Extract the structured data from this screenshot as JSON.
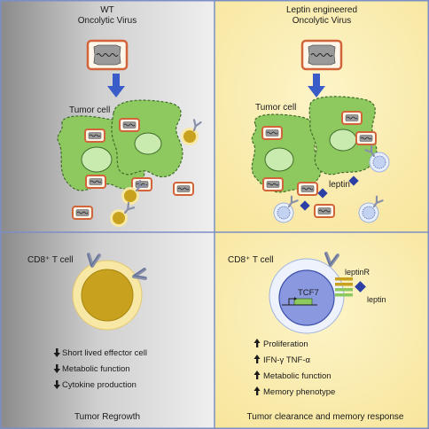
{
  "panels": {
    "wt_virus": {
      "title_line1": "WT",
      "title_line2": "Oncolytic Virus",
      "tumor_label": "Tumor cell"
    },
    "leptin_virus": {
      "title_line1": "Leptin engineered",
      "title_line2": "Oncolytic Virus",
      "tumor_label": "Tumor cell",
      "leptin_label": "leptin"
    },
    "wt_tcell": {
      "cell_label": "CD8⁺ T cell",
      "effects": [
        "Short lived effector cell",
        "Metabolic function",
        "Cytokine production"
      ],
      "outcome": "Tumor Regrowth"
    },
    "leptin_tcell": {
      "cell_label": "CD8⁺ T cell",
      "receptor_label": "leptinR",
      "ligand_label": "leptin",
      "gene_label": "TCF7",
      "effects": [
        "Proliferation",
        "IFN-γ TNF-α",
        "Metabolic function",
        "Memory phenotype"
      ],
      "outcome": "Tumor clearance and memory response"
    }
  },
  "colors": {
    "left_gradient_light": "#ececec",
    "left_gradient_dark": "#8c8c8c",
    "right_background": "#fbefb0",
    "tumor_fill": "#8ec960",
    "nucleus_fill": "#c9ebb0",
    "virus_border": "#d2643a",
    "arrow_blue": "#3a5cc8",
    "tcell_yellow": "#c8a21e",
    "tcell_blue": "#c3d2f0",
    "leptin_blue": "#2b3fa5",
    "divider": "#7b8fc4"
  },
  "icons": {
    "down_arrow": "arrow-down-icon",
    "up_arrow": "arrow-up-icon",
    "virus": "virus-icon",
    "antibody": "receptor-icon"
  }
}
